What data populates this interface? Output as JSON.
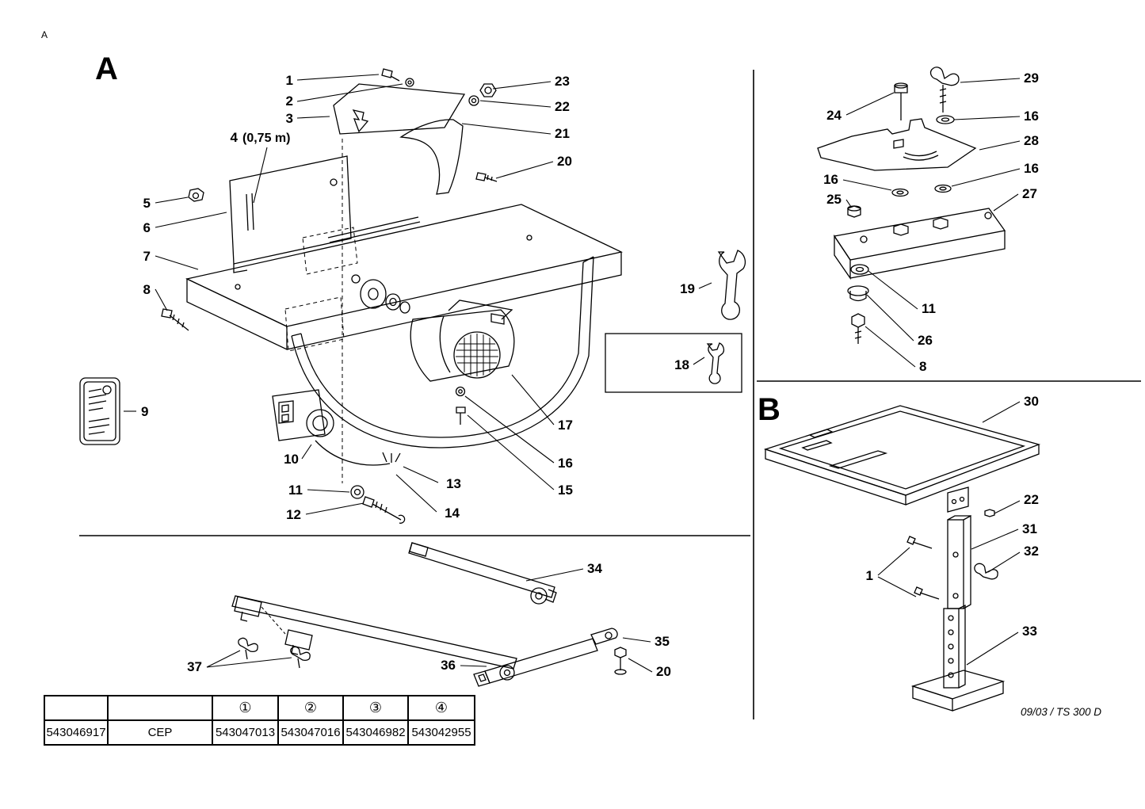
{
  "page": {
    "corner_marker": "A",
    "footer_note": "09/03 / TS 300 D"
  },
  "sections": {
    "a_label": "A",
    "b_label": "B"
  },
  "callouts_a": [
    "1",
    "2",
    "3",
    "4",
    "(0,75 m)",
    "23",
    "22",
    "21",
    "20",
    "5",
    "6",
    "7",
    "8",
    "9",
    "10",
    "11",
    "12",
    "13",
    "14",
    "15",
    "16",
    "17",
    "18",
    "19"
  ],
  "callouts_sub": [
    "29",
    "16",
    "28",
    "16",
    "27",
    "24",
    "16",
    "25",
    "11",
    "26",
    "8"
  ],
  "callouts_b": [
    "30",
    "22",
    "31",
    "32",
    "1",
    "33"
  ],
  "callouts_uc": [
    "34",
    "35",
    "36",
    "20",
    "37"
  ],
  "table": {
    "headers": [
      "①",
      "②",
      "③",
      "④"
    ],
    "row": [
      "543046917",
      "CEP",
      "543047013",
      "543047016",
      "543046982",
      "543042955"
    ]
  }
}
